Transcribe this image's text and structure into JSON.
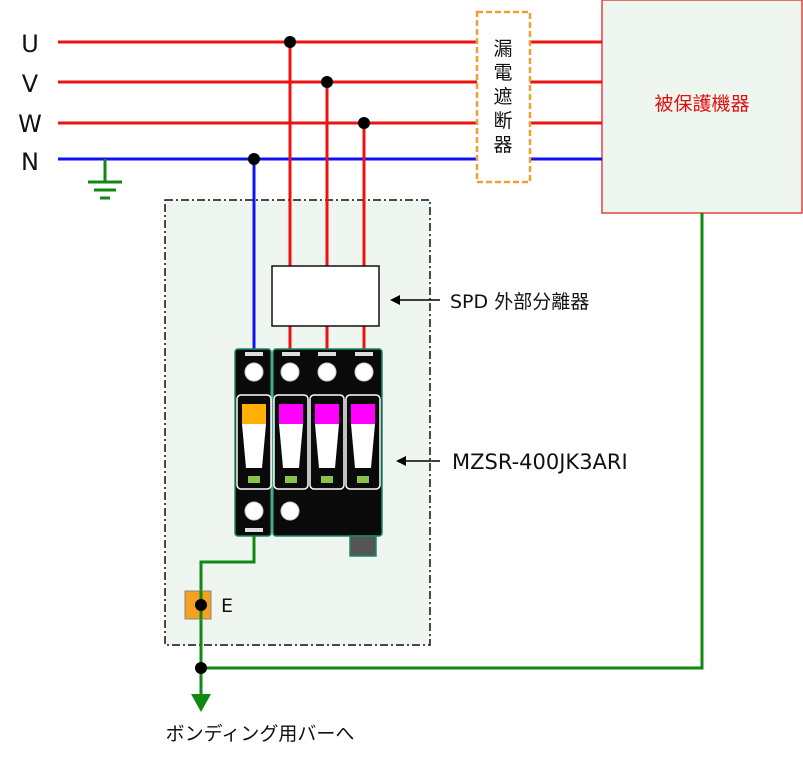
{
  "lines": {
    "u_label": "U",
    "v_label": "V",
    "w_label": "W",
    "n_label": "N"
  },
  "breaker": {
    "chars": [
      "漏",
      "電",
      "遮",
      "断",
      "器"
    ]
  },
  "equipment": {
    "label": "被保護機器"
  },
  "disconnector": {
    "label": "SPD 外部分離器"
  },
  "spd": {
    "model": "MZSR-400JK3ARI"
  },
  "earth": {
    "label": "E"
  },
  "bonding": {
    "label": "ボンディング用バーへ"
  },
  "colors": {
    "phase": "#ee1111",
    "neutral": "#1111ee",
    "ground": "#118811",
    "breaker_border": "#f0a030",
    "enclosure_fill": "#eef6ef",
    "equipment_border": "#dd4444",
    "spd_body": "#0a0a0a",
    "indicator_magenta": "#ff00ff",
    "indicator_orange": "#ffb000",
    "terminal_e": "#f5a020"
  }
}
